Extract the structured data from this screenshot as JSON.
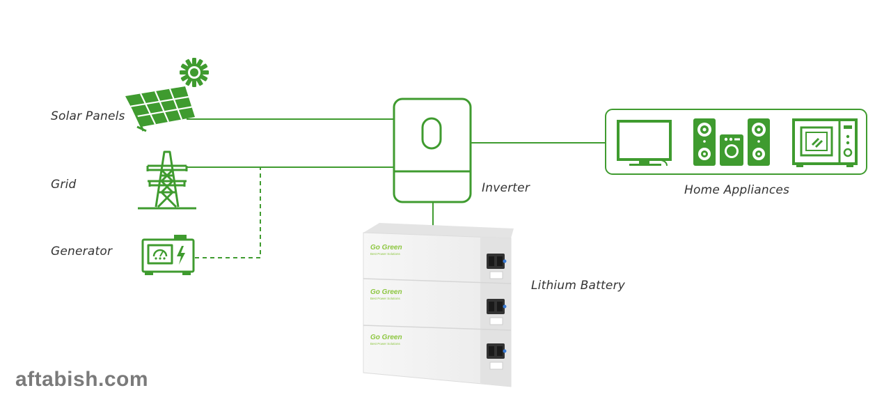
{
  "labels": {
    "solar": "Solar Panels",
    "grid": "Grid",
    "generator": "Generator",
    "inverter": "Inverter",
    "battery": "Lithium Battery",
    "appliances": "Home Appliances"
  },
  "battery_brand": "Go Green",
  "battery_brand_sub": "Best Power Solutions",
  "watermark": "aftabish.com",
  "colors": {
    "accent": "#3f9b2f",
    "brand_green": "#8cc63f",
    "battery_body": "#f2f2f2",
    "label_text": "#333333",
    "watermark": "#7a7a7a"
  },
  "icons": {
    "solar": "solar-panel-icon",
    "sun": "sun-icon",
    "grid": "transmission-tower-icon",
    "generator": "generator-icon",
    "inverter": "inverter-icon",
    "tv": "television-icon",
    "speakers": "speaker-system-icon",
    "microwave": "microwave-icon"
  }
}
